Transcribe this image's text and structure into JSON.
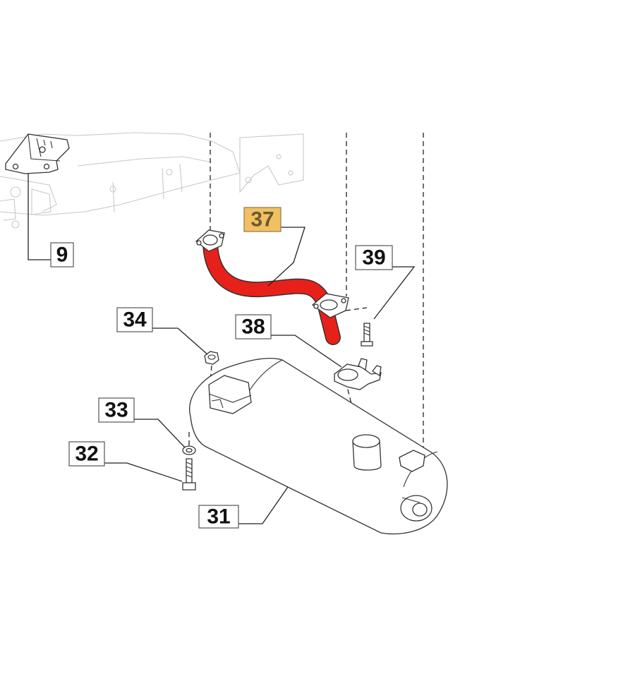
{
  "diagram": {
    "highlight_color": "#e8201a",
    "label_highlight_color": "#f2c063",
    "callouts": [
      {
        "id": "9",
        "label": "9",
        "highlighted": false
      },
      {
        "id": "31",
        "label": "31",
        "highlighted": false
      },
      {
        "id": "32",
        "label": "32",
        "highlighted": false
      },
      {
        "id": "33",
        "label": "33",
        "highlighted": false
      },
      {
        "id": "34",
        "label": "34",
        "highlighted": false
      },
      {
        "id": "37",
        "label": "37",
        "highlighted": true
      },
      {
        "id": "38",
        "label": "38",
        "highlighted": false
      },
      {
        "id": "39",
        "label": "39",
        "highlighted": false
      }
    ]
  }
}
